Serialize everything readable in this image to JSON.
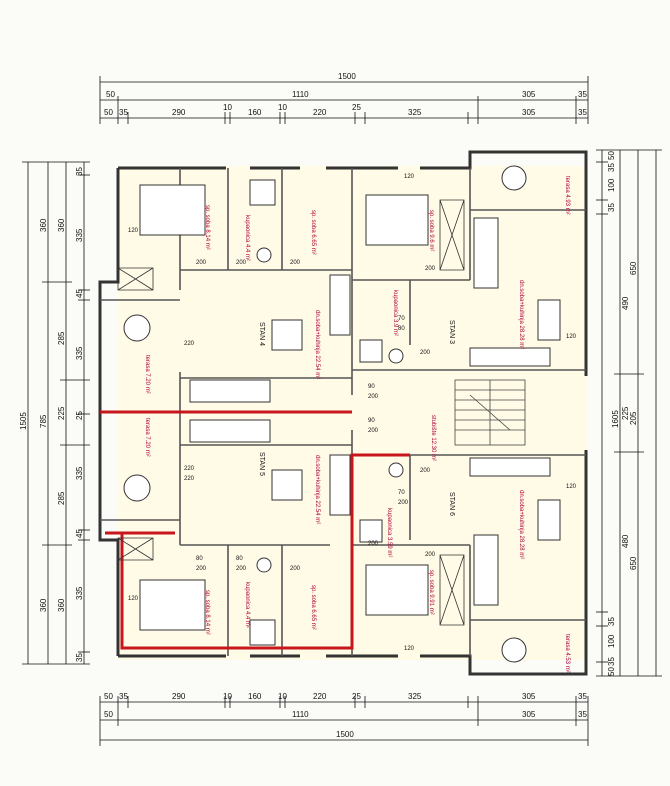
{
  "top_dims": {
    "total": "1500",
    "mid_left": "50",
    "mid_center": "1110",
    "mid_right": "305",
    "mid_far_right": "35",
    "row3": [
      "50",
      "35",
      "290",
      "10",
      "160",
      "10",
      "220",
      "25",
      "325",
      "305",
      "35"
    ]
  },
  "bottom_dims": {
    "row1": [
      "50",
      "35",
      "290",
      "10",
      "160",
      "10",
      "220",
      "25",
      "325",
      "305",
      "35"
    ],
    "row2_left": "50",
    "row2_center": "1110",
    "row2_right": "305",
    "row2_far_right": "35",
    "total": "1500"
  },
  "left_dims": {
    "outer": "1505",
    "col2": [
      "360",
      "785",
      "360"
    ],
    "col3": [
      "360",
      "285",
      "225",
      "285",
      "360"
    ],
    "col4": [
      "35",
      "335",
      "45",
      "335",
      "25",
      "335",
      "45",
      "335",
      "35"
    ]
  },
  "right_dims": {
    "outer": "1605",
    "col2": [
      "650",
      "205",
      "650"
    ],
    "col3": [
      "490",
      "225",
      "480"
    ],
    "col4": [
      "35",
      "100",
      "35",
      "35",
      "100",
      "35",
      "50",
      "50"
    ]
  },
  "apartments": [
    "STAN 3",
    "STAN 4",
    "STAN 5",
    "STAN 6"
  ],
  "rooms": {
    "terasa_tr": "terasa 4.93 m²",
    "sp_soba_3": "sp. soba 9.6 m²",
    "kupaonica_3": "kupaonica 3.9 m²",
    "dnevni_3": "dn.soba+kuhinja 28.28 m²",
    "kupaonica_4": "kupaonica 4.4 m²",
    "sp_soba_4a": "sp. soba 8.14 m²",
    "sp_soba_4b": "sp. soba 6.65 m²",
    "terasa_4": "terasa 7.20 m²",
    "dnevni_4": "dn.soba+kuhinja 22.54 m²",
    "stubiste": "stubište 12.30 m²",
    "terasa_5": "terasa 7.20 m²",
    "dnevni_5": "dn.soba+kuhinja 22.54 m²",
    "kupaonica_6": "kupaonica 3.59 m²",
    "dnevni_6": "dn.soba+kuhinja 28.28 m²",
    "sp_soba_5a": "sp. soba 8.14 m²",
    "kupaonica_5": "kupaonica 4.4 m²",
    "sp_soba_5b": "sp. soba 6.65 m²",
    "sp_soba_6": "sp. soba 9.91 m²",
    "terasa_br": "terasa 4.53 m²"
  },
  "doors": {
    "d1": "200",
    "d2": "200",
    "d3": "200",
    "d4": "200",
    "d5": "200",
    "d6": "80",
    "d7": "70",
    "d8": "200",
    "d9": "220",
    "d10": "120",
    "d11": "220",
    "d12": "220",
    "d13": "90",
    "d14": "200",
    "d15": "90",
    "d16": "200",
    "d17": "120",
    "d18": "200",
    "d19": "70",
    "d20": "200",
    "d21": "200",
    "d22": "200",
    "d23": "80",
    "d24": "80",
    "d25": "200",
    "d26": "200",
    "d27": "120",
    "d28": "120",
    "d29": "120",
    "d30": "120"
  },
  "colors": {
    "wall": "#333333",
    "highlight": "#c8161d",
    "room_text": "#b0003a",
    "fill": "#fffbe6"
  }
}
